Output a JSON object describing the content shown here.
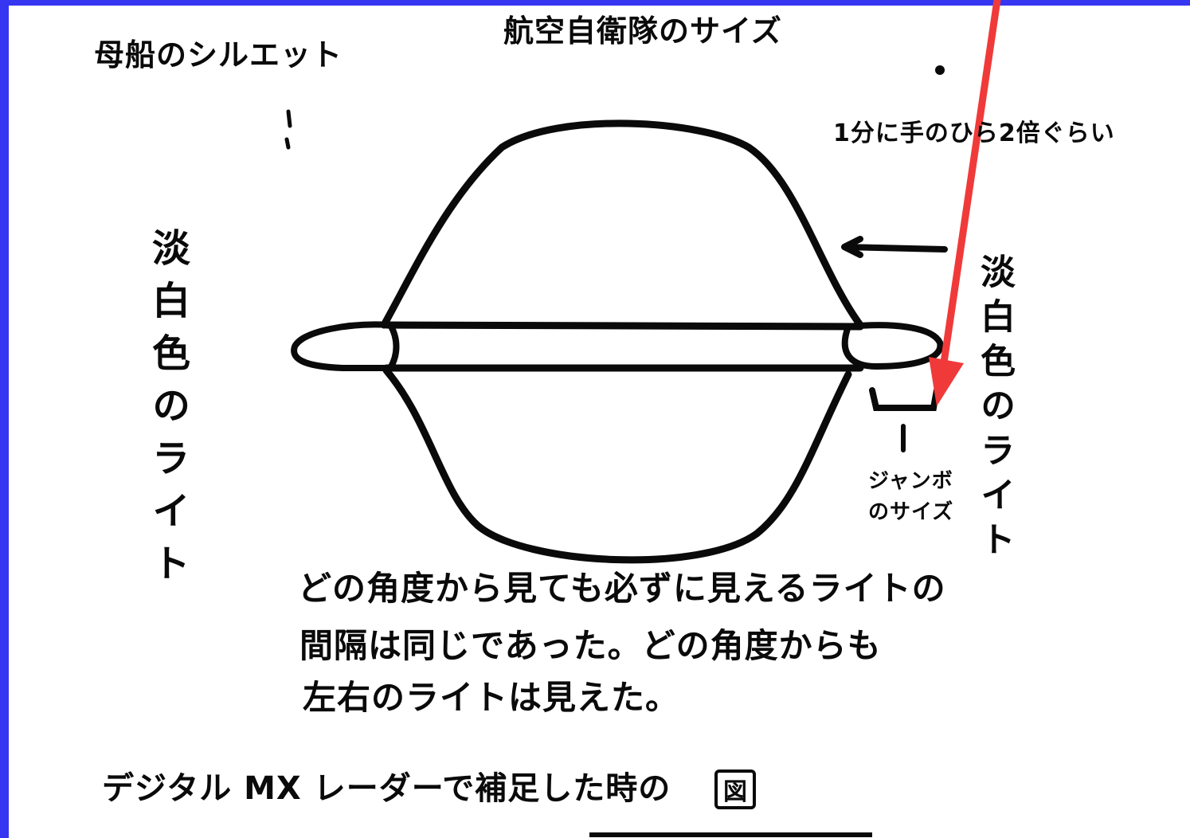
{
  "diagram": {
    "top_title": "航空自衛隊のサイズ",
    "top_left_label": "母船のシルエット",
    "note_right_top": "1分に手のひら2倍ぐらい",
    "left_light": "淡白色のライト",
    "right_light": "淡白色のライト",
    "small_light_label": "ジャンボ\nのサイズ",
    "caption_lines": [
      "どの角度から見ても必ずに見えるライトの",
      "間隔は同じであった。どの角度からも",
      "左右のライトは見えた。"
    ],
    "bottom_caption": "デジタル MX レーダーで補足した時の",
    "figure_marker": "図"
  },
  "colors": {
    "frame": "#3535f2",
    "ink": "#0a0a0a",
    "annotation_arrow": "#f03a3a"
  }
}
